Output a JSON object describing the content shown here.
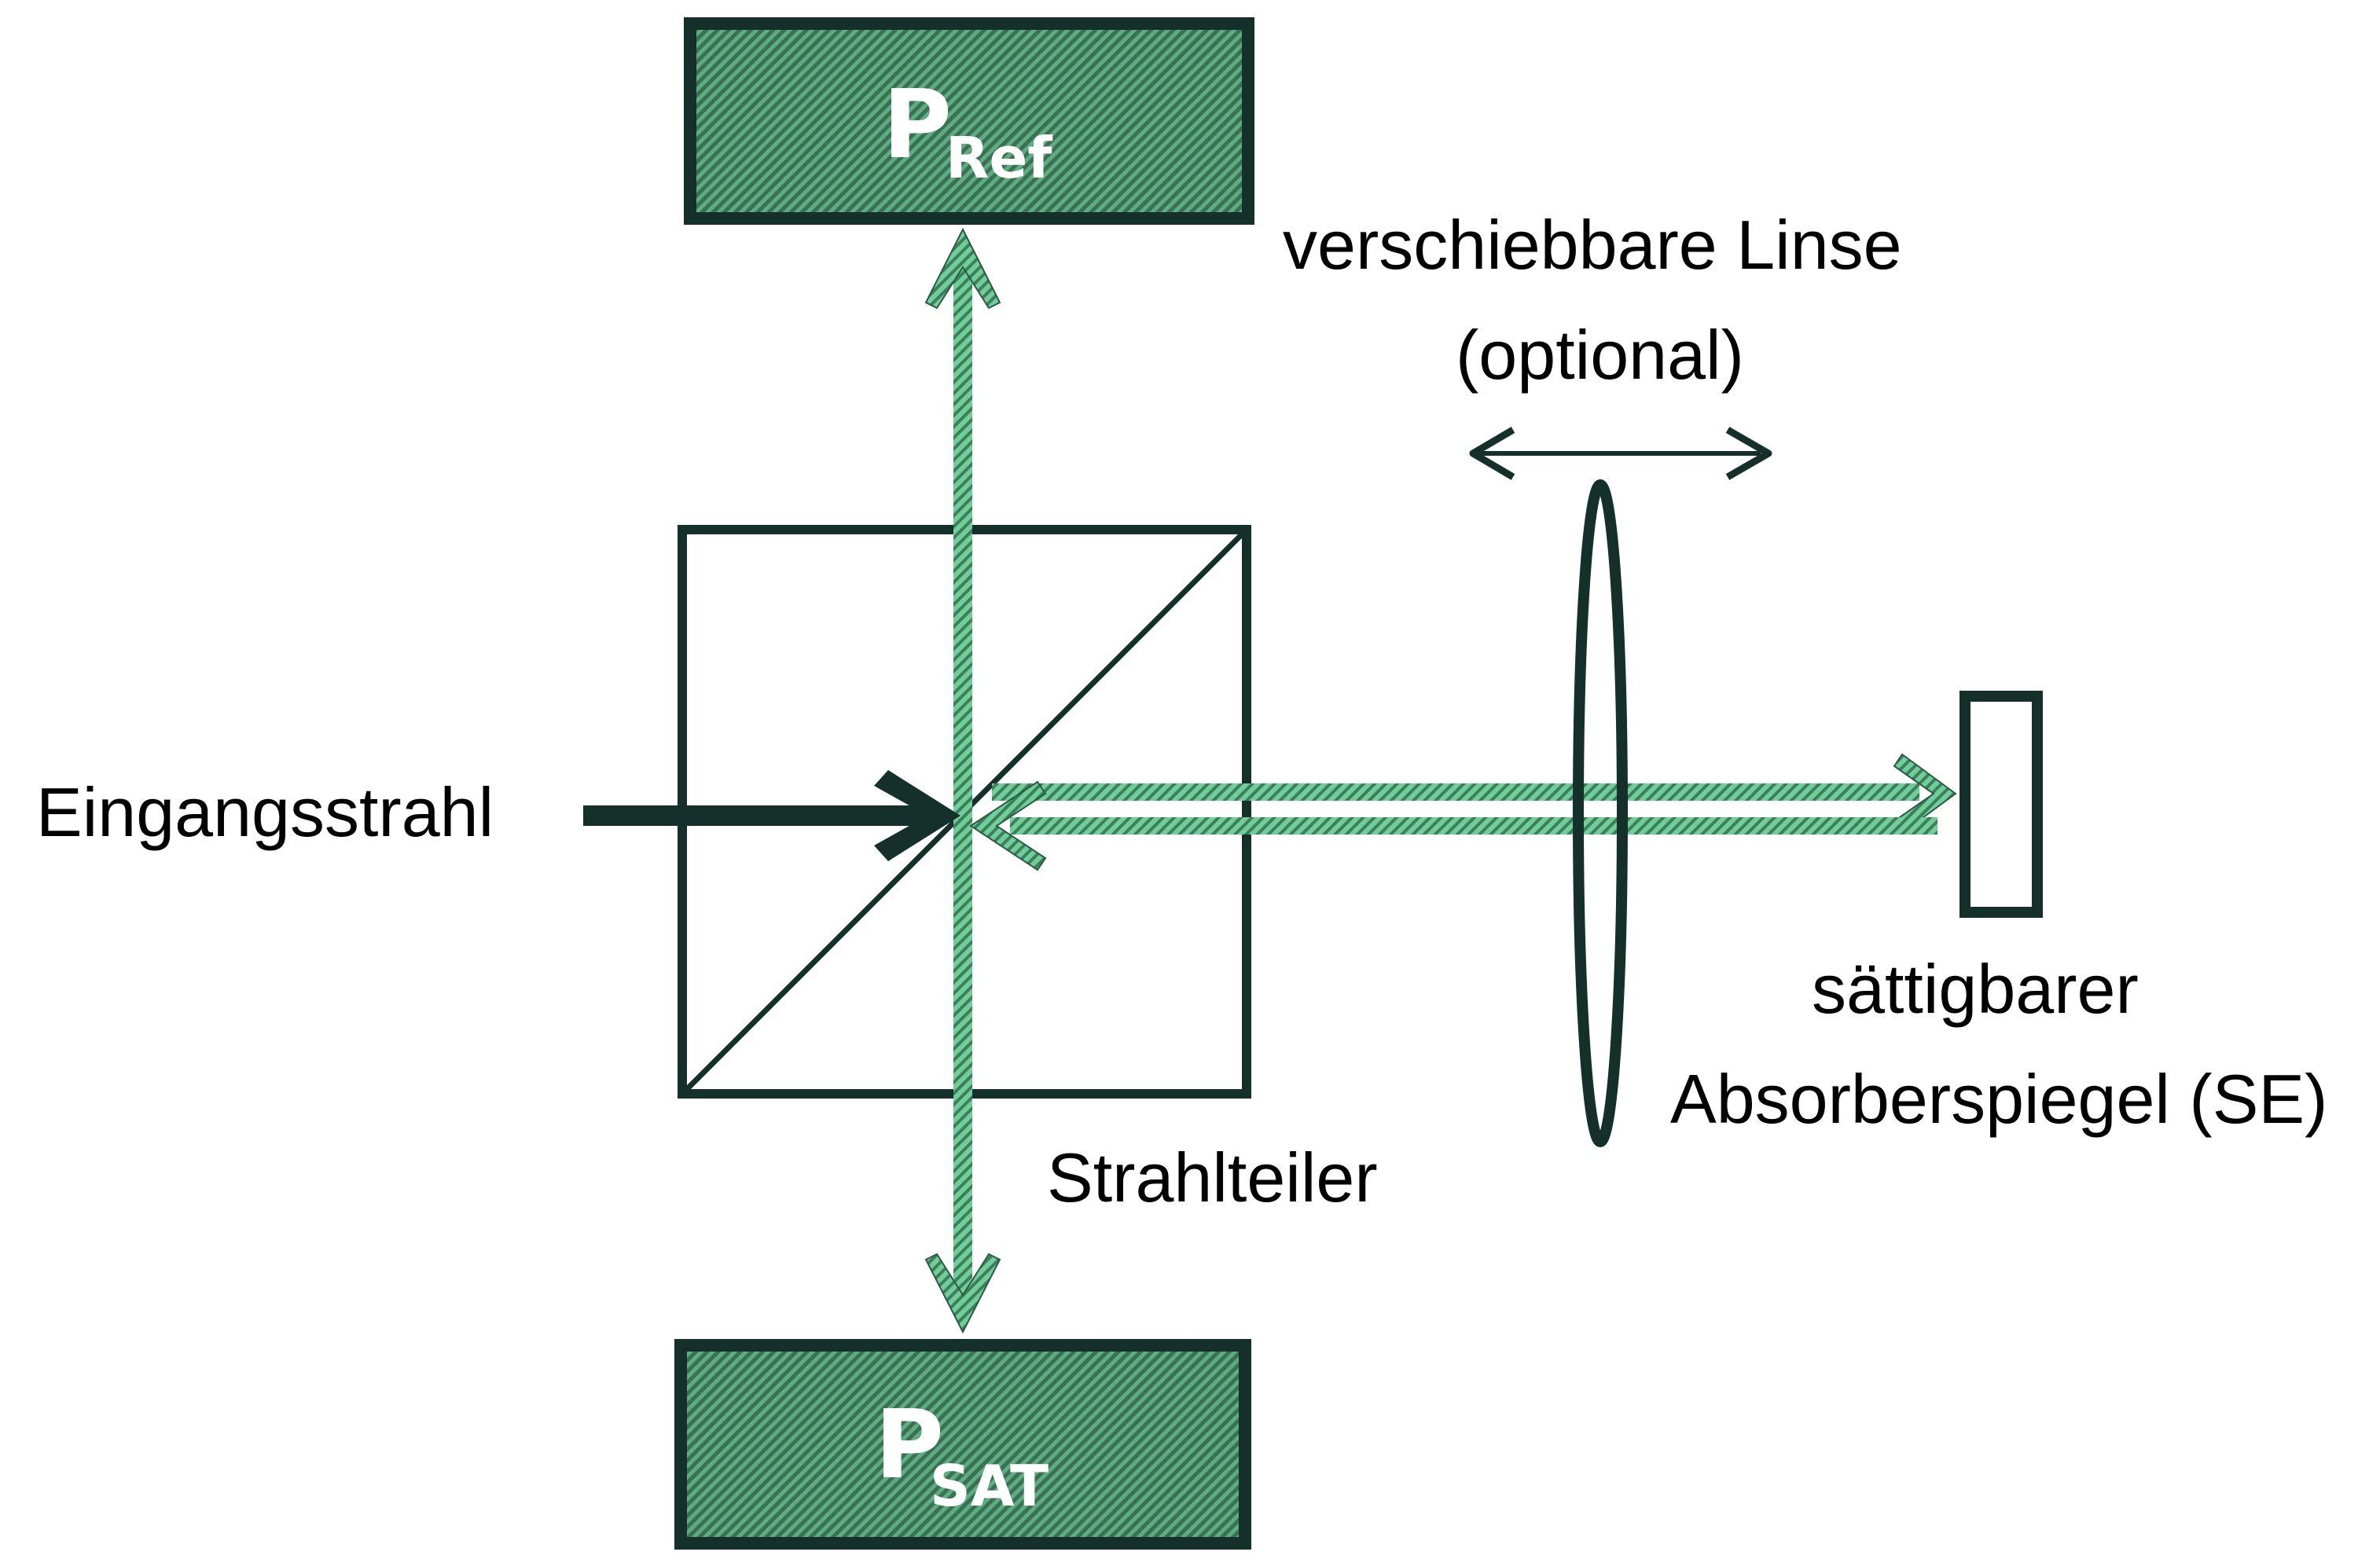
{
  "diagram": {
    "title": "Saturable absorber mirror measurement setup",
    "colors": {
      "detector_fill": "#4f9a6f",
      "detector_border": "#15302a",
      "beam": "#6fcf98",
      "beam_edge": "#2b5a44",
      "outline": "#15302a",
      "text": "#000000",
      "background": "#ffffff"
    },
    "detectors": {
      "reference": {
        "main": "P",
        "sub": "Ref"
      },
      "saturation": {
        "main": "P",
        "sub": "SAT"
      }
    },
    "labels": {
      "input_beam": "Eingangsstrahl",
      "beam_splitter": "Strahlteiler",
      "lens_line1": "verschiebbare Linse",
      "lens_line2": "(optional)",
      "mirror_line1": "sättigbarer",
      "mirror_line2": "Absorberspiegel (SE)"
    },
    "components": [
      {
        "id": "beam-splitter",
        "label": "Strahlteiler",
        "type": "cube beam splitter"
      },
      {
        "id": "lens",
        "label": "verschiebbare Linse (optional)",
        "type": "movable lens"
      },
      {
        "id": "mirror",
        "label": "sättigbarer Absorberspiegel (SE)",
        "type": "saturable absorber mirror"
      },
      {
        "id": "detector-ref",
        "label": "P_Ref",
        "type": "power detector"
      },
      {
        "id": "detector-sat",
        "label": "P_SAT",
        "type": "power detector"
      }
    ],
    "connections": [
      {
        "from": "input",
        "to": "beam-splitter",
        "label": "Eingangsstrahl"
      },
      {
        "from": "beam-splitter",
        "to": "detector-ref"
      },
      {
        "from": "beam-splitter",
        "to": "mirror",
        "via": "lens"
      },
      {
        "from": "mirror",
        "to": "beam-splitter",
        "via": "lens"
      },
      {
        "from": "beam-splitter",
        "to": "detector-sat"
      }
    ]
  }
}
